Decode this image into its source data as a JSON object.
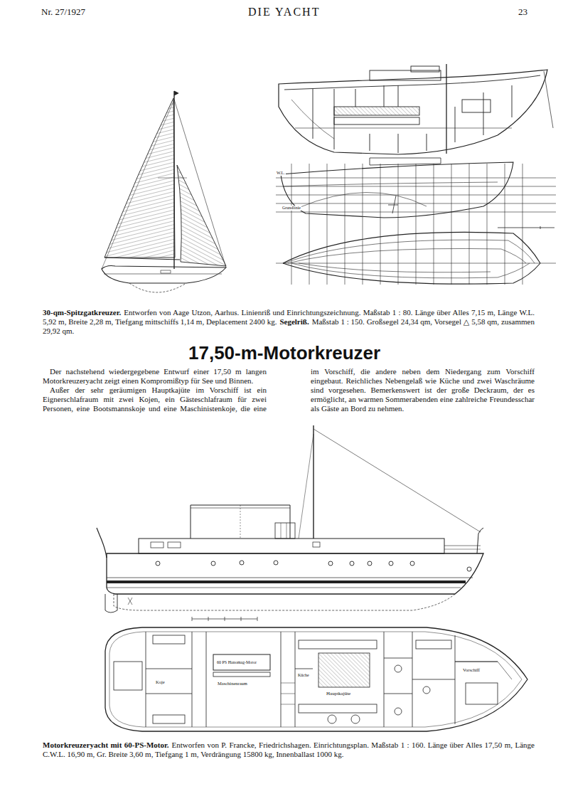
{
  "diagram": {
    "title": "17,50-m-Motorkreuzer",
    "labels": [
      "Nr. 27/1927",
      "DIE YACHT",
      "23",
      "30-qm-Spitzgatkreuzer.",
      "Entworfen von Aage Utzon, Aarhus. Linienriß und Einrichtungszeichnung. Maßstab 1 : 80. Länge über Alles 7,15 m, Länge W.L. 5,92 m, Breite 2,28 m, Tiefgang mittschiffs 1,14 m, Deplacement 2400 kg.",
      "Segelriß.",
      "Maßstab 1 : 150. Großsegel 24,34 qm, Vorsegel △ 5,58 qm, zusammen 29,92 qm.",
      "Der nachstehend wiedergegebene Entwurf einer 17,50 m langen Motorkreuzeryacht zeigt einen Kompromißtyp für See und Binnen.",
      "Außer der sehr geräumigen Hauptkajüte im Vorschiff ist ein Eignerschlafraum mit zwei Kojen, ein Gästeschlafraum für zwei Personen, eine Bootsmannskoje und eine Maschinistenkoje, die eine im Vorschiff, die andere neben dem Niedergang zum Vorschiff eingebaut. Reichliches Nebengelaß wie Küche und zwei Waschräume sind vorgesehen. Bemerkenswert ist der große Deckraum, der es ermöglicht, an warmen Sommerabenden eine zahlreiche Freundesschar als Gäste an Bord zu nehmen.",
      "Motorkreuzeryacht mit 60-PS-Motor.",
      "Entworfen von P. Francke, Friedrichshagen. Einrichtungsplan. Maßstab 1 : 160. Länge über Alles 17,50 m, Länge C.W.L. 16,90 m, Gr. Breite 3,60 m, Tiefgang 1 m, Verdrängung 15800 kg, Innenballast 1000 kg.",
      "Grundlinie",
      "W.L.",
      "60 PS Hanomag-Motor",
      "Maschinenraum",
      "Hauptkajüte",
      "Küche",
      "Koje",
      "Vorschiff"
    ]
  }
}
